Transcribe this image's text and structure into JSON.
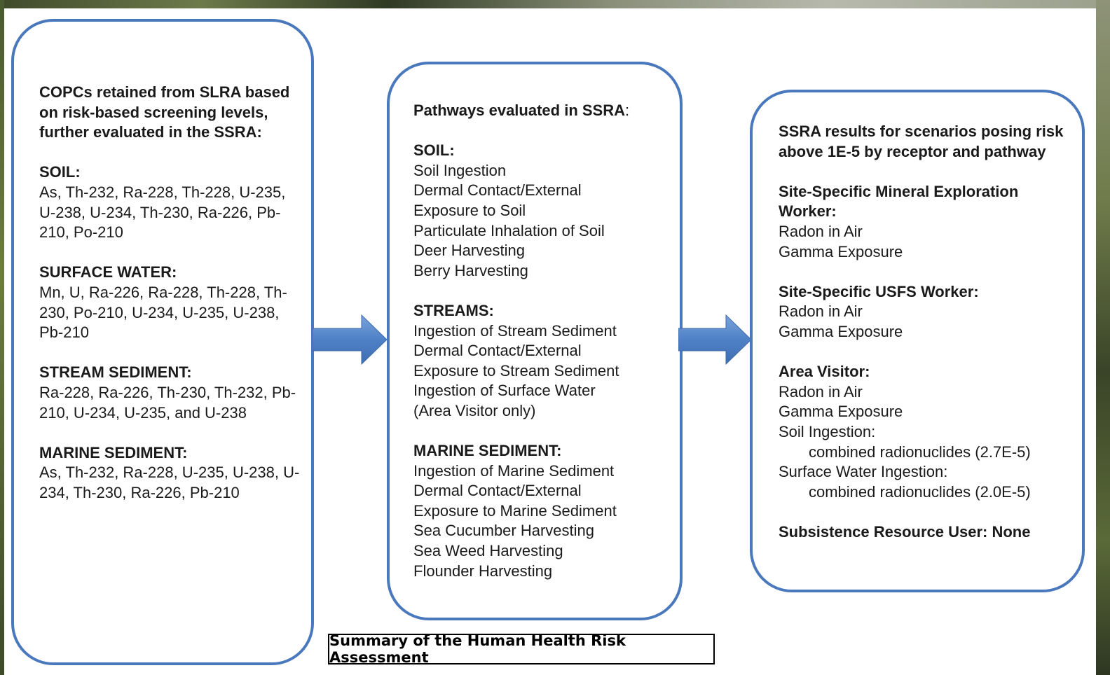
{
  "panel_1": {
    "heading": "COPCs retained from SLRA based on risk-based screening levels, further evaluated in the SSRA:",
    "sections": [
      {
        "title": "SOIL:",
        "text": "As, Th-232, Ra-228, Th-228, U-235, U-238, U-234, Th-230, Ra-226, Pb-210, Po-210"
      },
      {
        "title": "SURFACE WATER:",
        "text": "Mn, U, Ra-226, Ra-228, Th-228, Th-230, Po-210, U-234, U-235, U-238, Pb-210"
      },
      {
        "title": "STREAM SEDIMENT:",
        "text": "Ra-228, Ra-226, Th-230, Th-232, Pb-210, U-234, U-235, and U-238"
      },
      {
        "title": "MARINE SEDIMENT:",
        "text": "As, Th-232, Ra-228, U-235, U-238, U-234, Th-230, Ra-226, Pb-210"
      }
    ]
  },
  "panel_2": {
    "heading": "Pathways evaluated in SSRA",
    "heading_suffix": ":",
    "sections": [
      {
        "title": "SOIL:",
        "items": [
          "Soil Ingestion",
          "Dermal Contact/External",
          "Exposure to Soil",
          "Particulate Inhalation of Soil",
          "Deer Harvesting",
          "Berry Harvesting"
        ]
      },
      {
        "title": "STREAMS:",
        "items": [
          "Ingestion of Stream Sediment",
          "Dermal Contact/External",
          "Exposure to Stream Sediment",
          "Ingestion of Surface Water",
          "(Area Visitor only)"
        ]
      },
      {
        "title": "MARINE SEDIMENT:",
        "items": [
          "Ingestion of Marine Sediment",
          "Dermal Contact/External",
          "Exposure to Marine Sediment",
          "Sea Cucumber Harvesting",
          "Sea Weed Harvesting",
          "Flounder Harvesting"
        ]
      }
    ]
  },
  "panel_3": {
    "heading": "SSRA results for scenarios posing risk above 1E-5 by receptor and pathway",
    "sections": [
      {
        "title": "Site-Specific Mineral Exploration Worker:",
        "items": [
          "Radon in Air",
          "Gamma Exposure"
        ]
      },
      {
        "title": "Site-Specific USFS Worker:",
        "items": [
          "Radon in Air",
          "Gamma Exposure"
        ]
      },
      {
        "title": "Area Visitor:",
        "items": [
          "Radon in Air",
          "Gamma Exposure",
          "Soil Ingestion:",
          "combined radionuclides (2.7E-5)",
          "Surface Water Ingestion:",
          "combined radionuclides (2.0E-5)"
        ]
      },
      {
        "title": "Subsistence Resource User: None"
      }
    ]
  },
  "caption": "Summary of the Human Health Risk Assessment",
  "colors": {
    "border": "#4a78bd",
    "arrow": "#4f81c7",
    "text": "#1a1a1a"
  },
  "icons": [
    "right-arrow-icon",
    "right-arrow-icon"
  ]
}
